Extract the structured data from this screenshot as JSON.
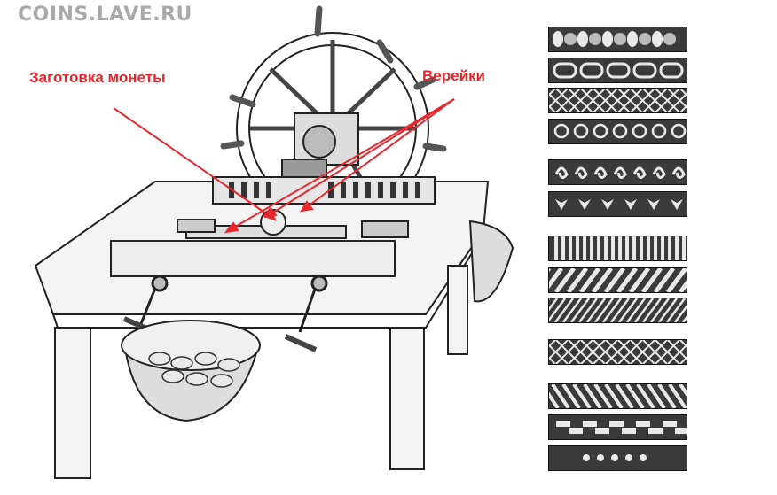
{
  "watermark": {
    "text": "COINS.LAVE.RU",
    "color": "#a9a9a9"
  },
  "labels": {
    "blank": "Заготовка монеты",
    "ropes": "Верейки",
    "color": "#e8262c"
  },
  "strips": [
    {
      "pattern": "ovals-circles"
    },
    {
      "pattern": "chain-links"
    },
    {
      "pattern": "lattice"
    },
    {
      "pattern": "rings"
    },
    {
      "pattern": "scrolls"
    },
    {
      "pattern": "leaves"
    },
    {
      "pattern": "vertical-lines"
    },
    {
      "pattern": "diagonal-thick"
    },
    {
      "pattern": "diagonal-thin"
    },
    {
      "pattern": "diamond-lattice"
    },
    {
      "pattern": "diagonal-right"
    },
    {
      "pattern": "zigzag-blocks"
    },
    {
      "pattern": "dots"
    }
  ],
  "icons": {
    "machine": "coin-edge-rolling-machine-illustration",
    "basket": "coin-basket-illustration"
  }
}
